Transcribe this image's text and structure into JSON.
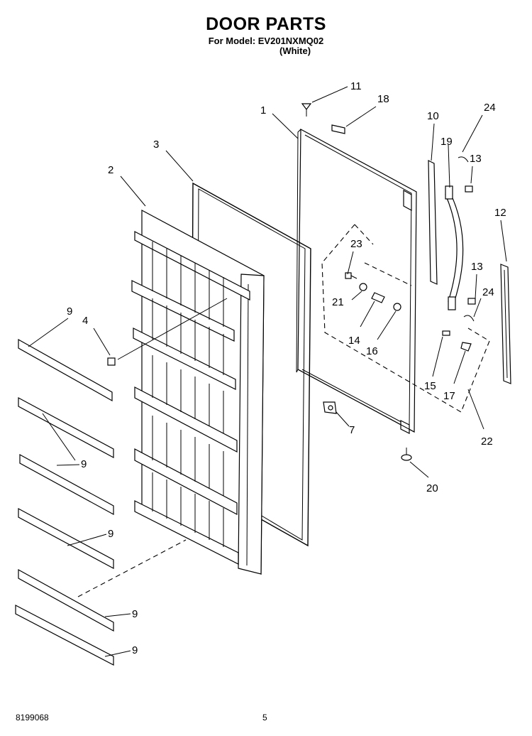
{
  "header": {
    "title": "DOOR PARTS",
    "model_line": "For Model: EV201NXMQ02",
    "color_line": "(White)"
  },
  "footer": {
    "doc_number": "8199068",
    "page_number": "5"
  },
  "callouts": {
    "c1": "1",
    "c2": "2",
    "c3": "3",
    "c4": "4",
    "c7": "7",
    "c9a": "9",
    "c9b": "9",
    "c9c": "9",
    "c9d": "9",
    "c9e": "9",
    "c10": "10",
    "c11": "11",
    "c12": "12",
    "c13a": "13",
    "c13b": "13",
    "c14": "14",
    "c15": "15",
    "c16": "16",
    "c17": "17",
    "c18": "18",
    "c19": "19",
    "c20": "20",
    "c21": "21",
    "c22": "22",
    "c23": "23",
    "c24a": "24",
    "c24b": "24"
  }
}
